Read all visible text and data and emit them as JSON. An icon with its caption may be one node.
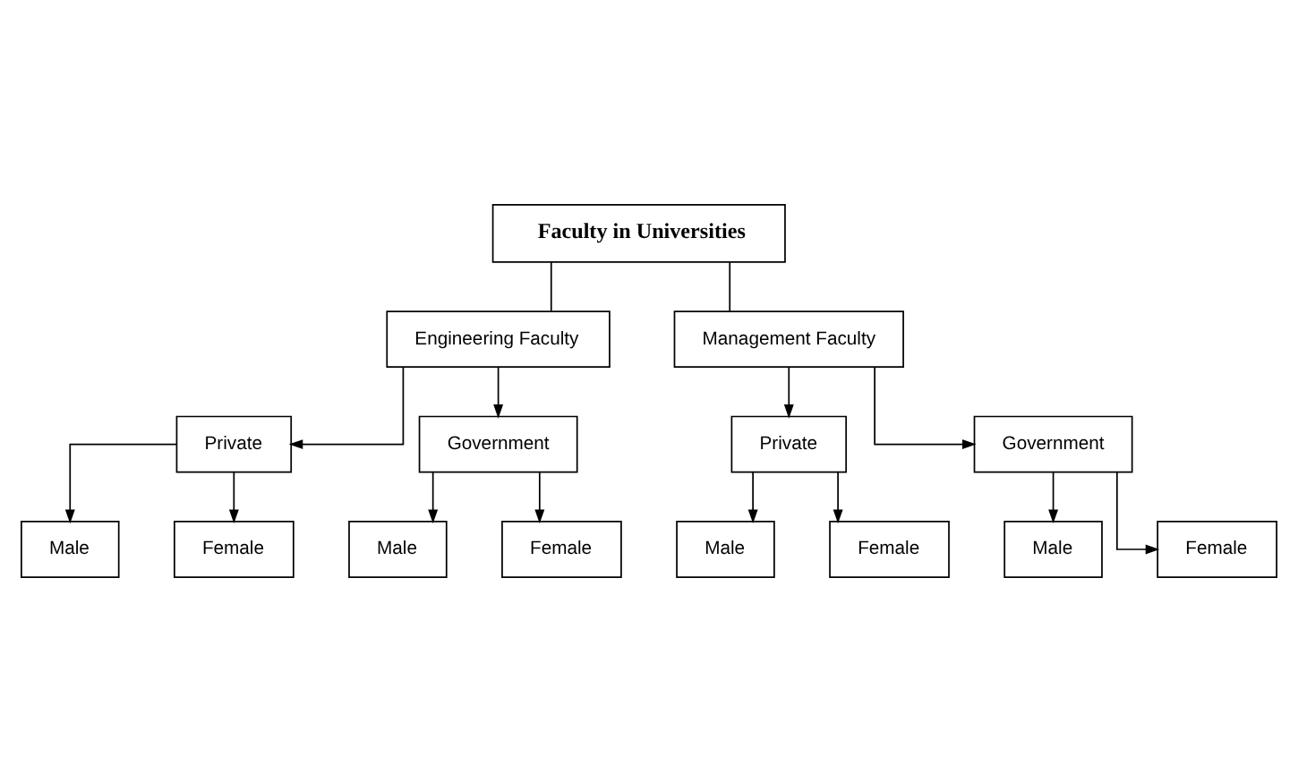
{
  "diagram": {
    "nodes": [
      {
        "text": [
          "Faculty in Universities"
        ]
      },
      {
        "text": [
          "Engineering Faculty"
        ]
      },
      {
        "text": [
          "Management Faculty"
        ]
      },
      {
        "text": [
          "Private"
        ]
      },
      {
        "text": [
          "Government"
        ]
      },
      {
        "text": [
          "Private"
        ]
      },
      {
        "text": [
          "Government"
        ]
      },
      {
        "text": [
          "Male"
        ]
      },
      {
        "text": [
          "Female"
        ]
      },
      {
        "text": [
          "Male"
        ]
      },
      {
        "text": [
          "Female"
        ]
      },
      {
        "text": [
          "Male"
        ]
      },
      {
        "text": [
          "Female"
        ]
      },
      {
        "text": [
          "Male"
        ]
      },
      {
        "text": [
          "Female"
        ]
      }
    ],
    "edges": [
      {
        "from": 0,
        "to": 1,
        "arrow": "none"
      },
      {
        "from": 0,
        "to": 2,
        "arrow": "none"
      },
      {
        "from": 1,
        "to": 3,
        "arrow": "to"
      },
      {
        "from": 1,
        "to": 4,
        "arrow": "to"
      },
      {
        "from": 2,
        "to": 5,
        "arrow": "to"
      },
      {
        "from": 2,
        "to": 6,
        "arrow": "to"
      },
      {
        "from": 3,
        "to": 7,
        "arrow": "to"
      },
      {
        "from": 3,
        "to": 8,
        "arrow": "to"
      },
      {
        "from": 4,
        "to": 9,
        "arrow": "to"
      },
      {
        "from": 4,
        "to": 10,
        "arrow": "to"
      },
      {
        "from": 5,
        "to": 11,
        "arrow": "to"
      },
      {
        "from": 5,
        "to": 12,
        "arrow": "to"
      },
      {
        "from": 6,
        "to": 13,
        "arrow": "to"
      },
      {
        "from": 6,
        "to": 14,
        "arrow": "to"
      }
    ]
  }
}
